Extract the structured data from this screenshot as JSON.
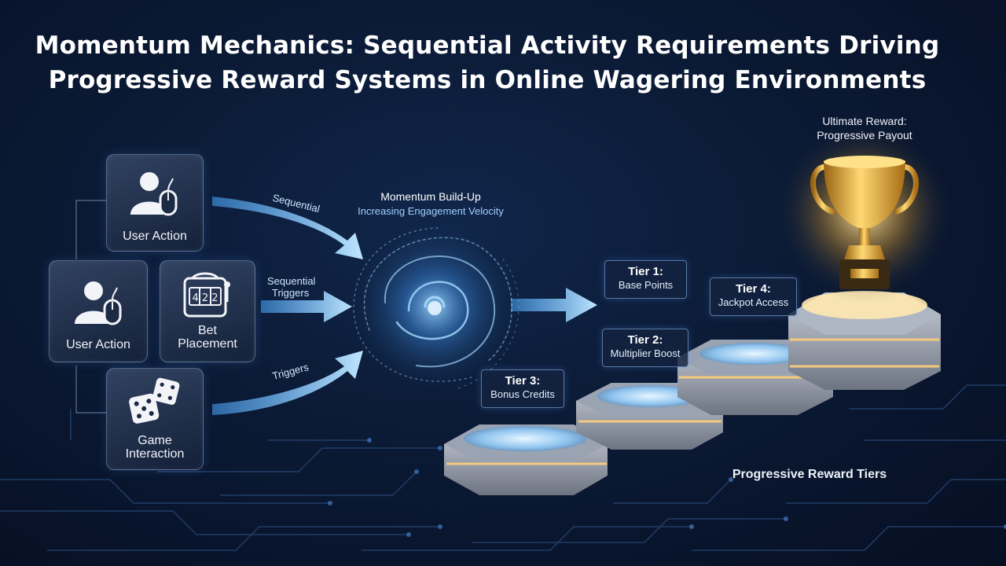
{
  "title": {
    "line1": "Momentum Mechanics: Sequential Activity Requirements Driving",
    "line2": "Progressive Reward Systems in Online Wagering Environments"
  },
  "inputs": [
    {
      "label": "User Action",
      "icon": "user-mouse-icon"
    },
    {
      "label": "User Action",
      "icon": "user-mouse-icon"
    },
    {
      "label_line1": "Bet",
      "label_line2": "Placement",
      "icon": "slot-machine-icon",
      "reels": "4 2 2"
    },
    {
      "label_line1": "Game",
      "label_line2": "Interaction",
      "icon": "dice-icon"
    }
  ],
  "flows": {
    "top": "Sequential",
    "middle_line1": "Sequential",
    "middle_line2": "Triggers",
    "bottom": "Triggers"
  },
  "center": {
    "title": "Momentum Build-Up",
    "subtitle": "Increasing Engagement Velocity"
  },
  "tiers": [
    {
      "name": "Tier 1:",
      "desc": "Base Points"
    },
    {
      "name": "Tier 2:",
      "desc": "Multiplier Boost"
    },
    {
      "name": "Tier 3:",
      "desc": "Bonus Credits"
    },
    {
      "name": "Tier 4:",
      "desc": "Jackpot Access"
    }
  ],
  "ultimate": {
    "line1": "Ultimate Reward:",
    "line2": "Progressive Payout"
  },
  "tiers_caption": "Progressive Reward Tiers",
  "colors": {
    "background": "#0b1a35",
    "arrow": "#8fd2ff",
    "glow": "#ffd68a",
    "trophy": "#e0a93a"
  }
}
